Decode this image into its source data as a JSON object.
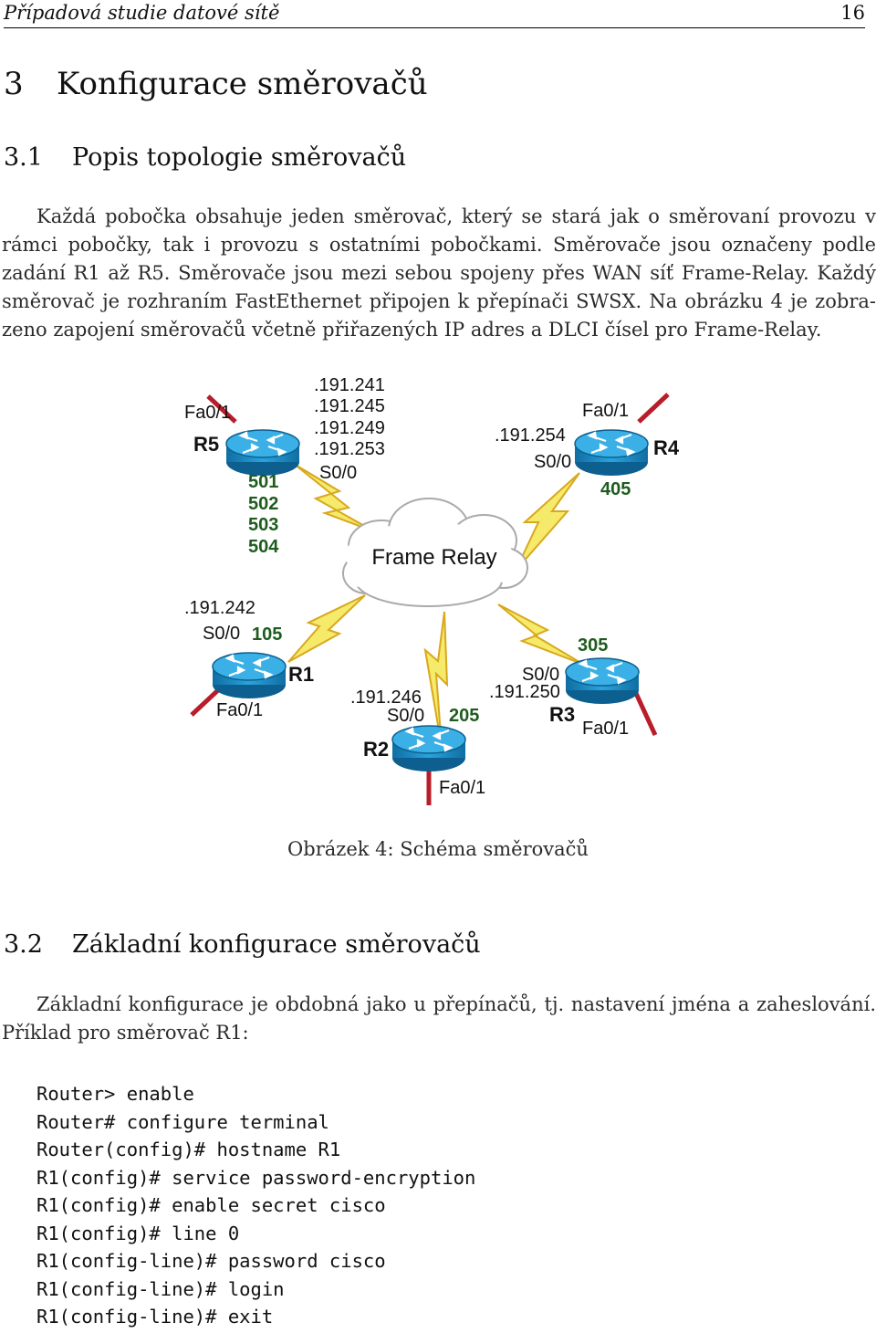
{
  "header": {
    "title": "Případová studie datové sítě",
    "page_number": "16"
  },
  "section": {
    "number": "3",
    "title": "Konfigurace směrovačů"
  },
  "subsection1": {
    "number": "3.1",
    "title": "Popis topologie směrovačů"
  },
  "paragraph1": {
    "lines": [
      "Každá pobočka obsahuje jeden směrovač, který se stará jak o směrovaní provozu v",
      "rámci pobočky, tak i provozu s ostatními pobočkami. Směrovače jsou označeny podle",
      "zadání R1 až R5. Směrovače jsou mezi sebou spojeny přes WAN síť Frame-Relay. Každý",
      "směrovač je rozhraním FastEthernet připojen k přepínači SWSX. Na obrázku 4 je zobra-",
      "zeno zapojení směrovačů včetně přiřazených IP adres a DLCI čísel pro Frame-Relay."
    ]
  },
  "diagram": {
    "cloud_label": "Frame Relay",
    "r5": {
      "name": "R5",
      "fa": "Fa0/1",
      "ips": [
        ".191.241",
        ".191.245",
        ".191.249",
        ".191.253"
      ],
      "serial": "S0/0",
      "dlcis": [
        "501",
        "502",
        "503",
        "504"
      ]
    },
    "r4": {
      "name": "R4",
      "fa": "Fa0/1",
      "ip": ".191.254",
      "serial": "S0/0",
      "dlci": "405"
    },
    "r1": {
      "name": "R1",
      "fa": "Fa0/1",
      "ip": ".191.242",
      "serial": "S0/0",
      "dlci": "105"
    },
    "r2": {
      "name": "R2",
      "fa": "Fa0/1",
      "ip": ".191.246",
      "serial": "S0/0",
      "dlci": "205"
    },
    "r3": {
      "name": "R3",
      "fa": "Fa0/1",
      "ip": ".191.250",
      "serial": "S0/0",
      "dlci": "305"
    },
    "colors": {
      "router_blue": "#1f8fc6",
      "dlci_green": "#1e5c1e",
      "ethernet_red": "#b81d2a",
      "serial_yellow": "#f6ea6a"
    }
  },
  "caption": "Obrázek 4: Schéma směrovačů",
  "subsection2": {
    "number": "3.2",
    "title": "Základní konfigurace směrovačů"
  },
  "paragraph2": {
    "lines": [
      "Základní konfigurace je obdobná jako u přepínačů, tj. nastavení jména a zaheslování.",
      "Příklad pro směrovač R1:"
    ]
  },
  "code": [
    "Router> enable",
    "Router# configure terminal",
    "Router(config)# hostname R1",
    "R1(config)# service password-encryption",
    "R1(config)# enable secret cisco",
    "R1(config)# line 0",
    "R1(config-line)# password cisco",
    "R1(config-line)# login",
    "R1(config-line)# exit"
  ]
}
